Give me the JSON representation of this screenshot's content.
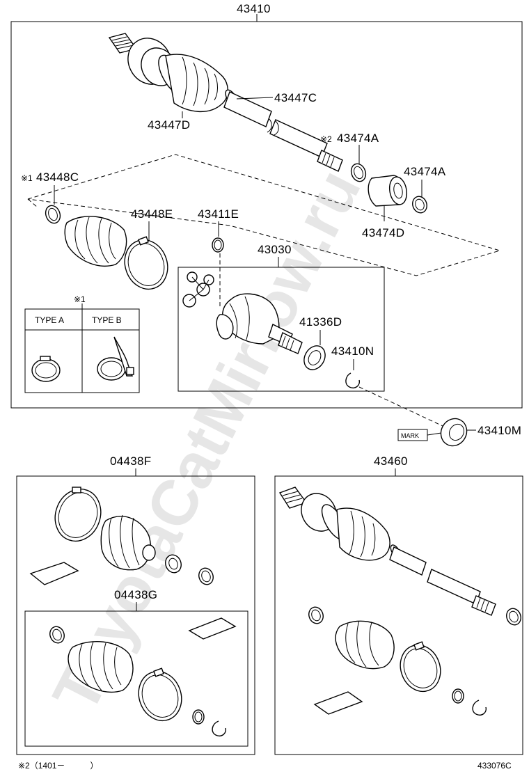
{
  "watermark": "ToyotaCatMirrow.ru",
  "assembly_main": "43410",
  "labels_main": {
    "boot_clamp_c": "43447C",
    "boot_d": "43447D",
    "bearing_ring_a1": "43474A",
    "bearing_ring_a2": "43474A",
    "bearing_ring_a1_prefix": "※2",
    "dust_cover_d": "43474D",
    "boot_clamp_inner": "43448C",
    "boot_clamp_inner_prefix": "※1",
    "boot_clamp_e": "43448E",
    "snap_ring_e": "43411E",
    "inboard_joint": "43030",
    "dust_deflector": "41336D",
    "snap_ring_n": "43410N"
  },
  "type_box": {
    "note": "※1",
    "type_a": "TYPE A",
    "type_b": "TYPE B"
  },
  "outside_part": {
    "label": "43410M",
    "mark": "MARK"
  },
  "kit_left": {
    "label": "04438F",
    "sub_label": "04438G"
  },
  "kit_right": {
    "label": "43460"
  },
  "footer": {
    "footnote": "※2（1401－　　　）",
    "figure_code": "433076C"
  }
}
